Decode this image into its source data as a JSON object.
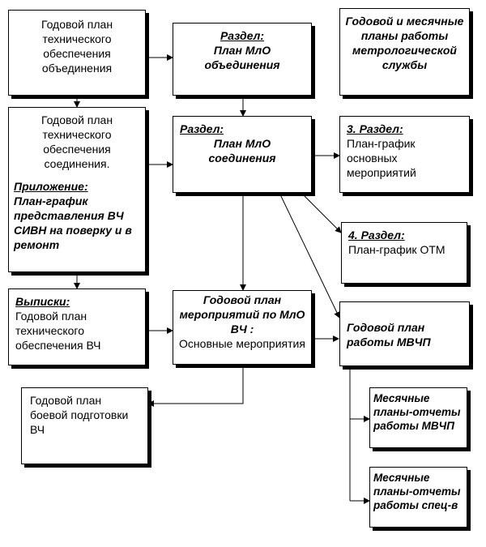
{
  "boxes": {
    "b1": {
      "text": "Годовой план технического обеспечения объединения"
    },
    "b2": {
      "section": "Раздел:",
      "title": "План МлО объединения"
    },
    "b3": {
      "text": "Годовой и месячные планы работы метрологической службы"
    },
    "b4": {
      "text": "Годовой план технического обеспечения соединения.",
      "appendix_label": "Приложение:",
      "appendix_text": "План-график представления ВЧ СИВН на поверку и в ремонт"
    },
    "b5": {
      "section": "Раздел:",
      "title": "План МлО соединения"
    },
    "b6": {
      "section": "3. Раздел:",
      "text": "План-график основных мероприятий"
    },
    "b7": {
      "section": "4. Раздел:",
      "text": "План-график ОТМ"
    },
    "b8": {
      "label": "Выписки:",
      "text": "Годовой план технического обеспечения ВЧ"
    },
    "b9": {
      "title": "Годовой план мероприятий по МлО ВЧ :",
      "text": "Основные мероприятия"
    },
    "b10": {
      "title": "Годовой план работы МВЧП"
    },
    "b11": {
      "text": "Годовой план боевой подготовки ВЧ"
    },
    "b12": {
      "text": "Месячные планы-отчеты работы МВЧП"
    },
    "b13": {
      "text": "Месячные планы-отчеты работы спец-в"
    }
  }
}
